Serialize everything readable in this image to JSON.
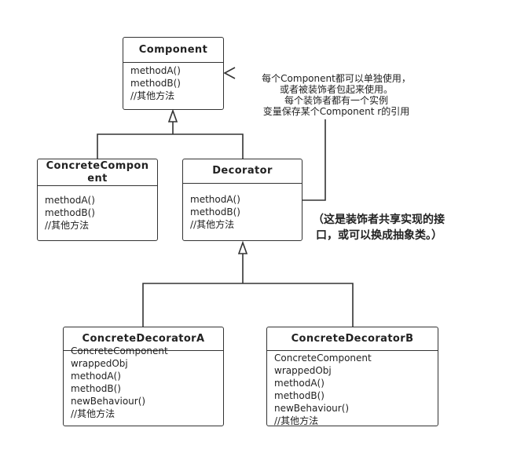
{
  "classes": {
    "component": {
      "name": "Component",
      "members": [
        "methodA()",
        "methodB()",
        "//其他方法"
      ]
    },
    "concrete_component": {
      "name": "ConcreteComponent",
      "members": [
        "methodA()",
        "methodB()",
        "//其他方法"
      ]
    },
    "decorator": {
      "name": "Decorator",
      "members": [
        "methodA()",
        "methodB()",
        "//其他方法"
      ]
    },
    "concrete_decorator_a": {
      "name": "ConcreteDecoratorA",
      "members": [
        "ConcreteComponent",
        "wrappedObj",
        "methodA()",
        "methodB()",
        "newBehaviour()",
        "//其他方法"
      ]
    },
    "concrete_decorator_b": {
      "name": "ConcreteDecoratorB",
      "members": [
        "ConcreteComponent",
        "wrappedObj",
        "methodA()",
        "methodB()",
        "newBehaviour()",
        "//其他方法"
      ]
    }
  },
  "annotations": {
    "usage_note": [
      "每个Component都可以单独使用，",
      "或者被装饰者包起来使用。",
      "每个装饰者都有一个实例",
      "变量保存某个Component r的引用"
    ],
    "decorator_note": [
      "（这是装饰者共享实现的接",
      "口，或可以换成抽象类。）"
    ]
  },
  "colors": {
    "line": "#333333",
    "text": "#222222",
    "background": "#ffffff"
  }
}
